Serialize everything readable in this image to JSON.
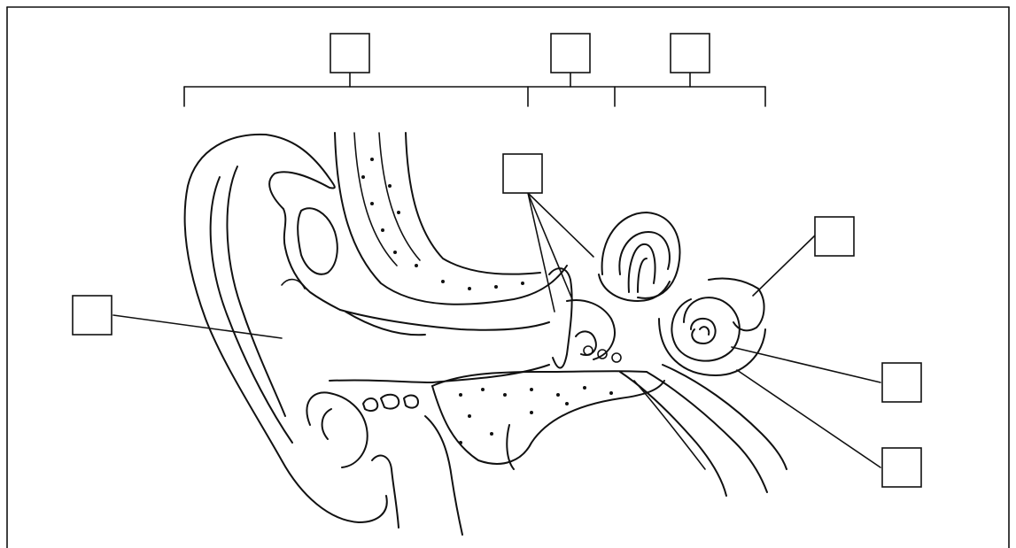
{
  "diagram": {
    "label_boxes": [
      {
        "id": "outer-ear-bracket-box",
        "text": ""
      },
      {
        "id": "middle-ear-bracket-box",
        "text": ""
      },
      {
        "id": "inner-ear-bracket-box",
        "text": ""
      },
      {
        "id": "ossicles-box",
        "text": ""
      },
      {
        "id": "auricle-box",
        "text": ""
      },
      {
        "id": "semicircular-canals-box",
        "text": ""
      },
      {
        "id": "cochlea-box",
        "text": ""
      },
      {
        "id": "auditory-nerve-box",
        "text": ""
      }
    ]
  }
}
